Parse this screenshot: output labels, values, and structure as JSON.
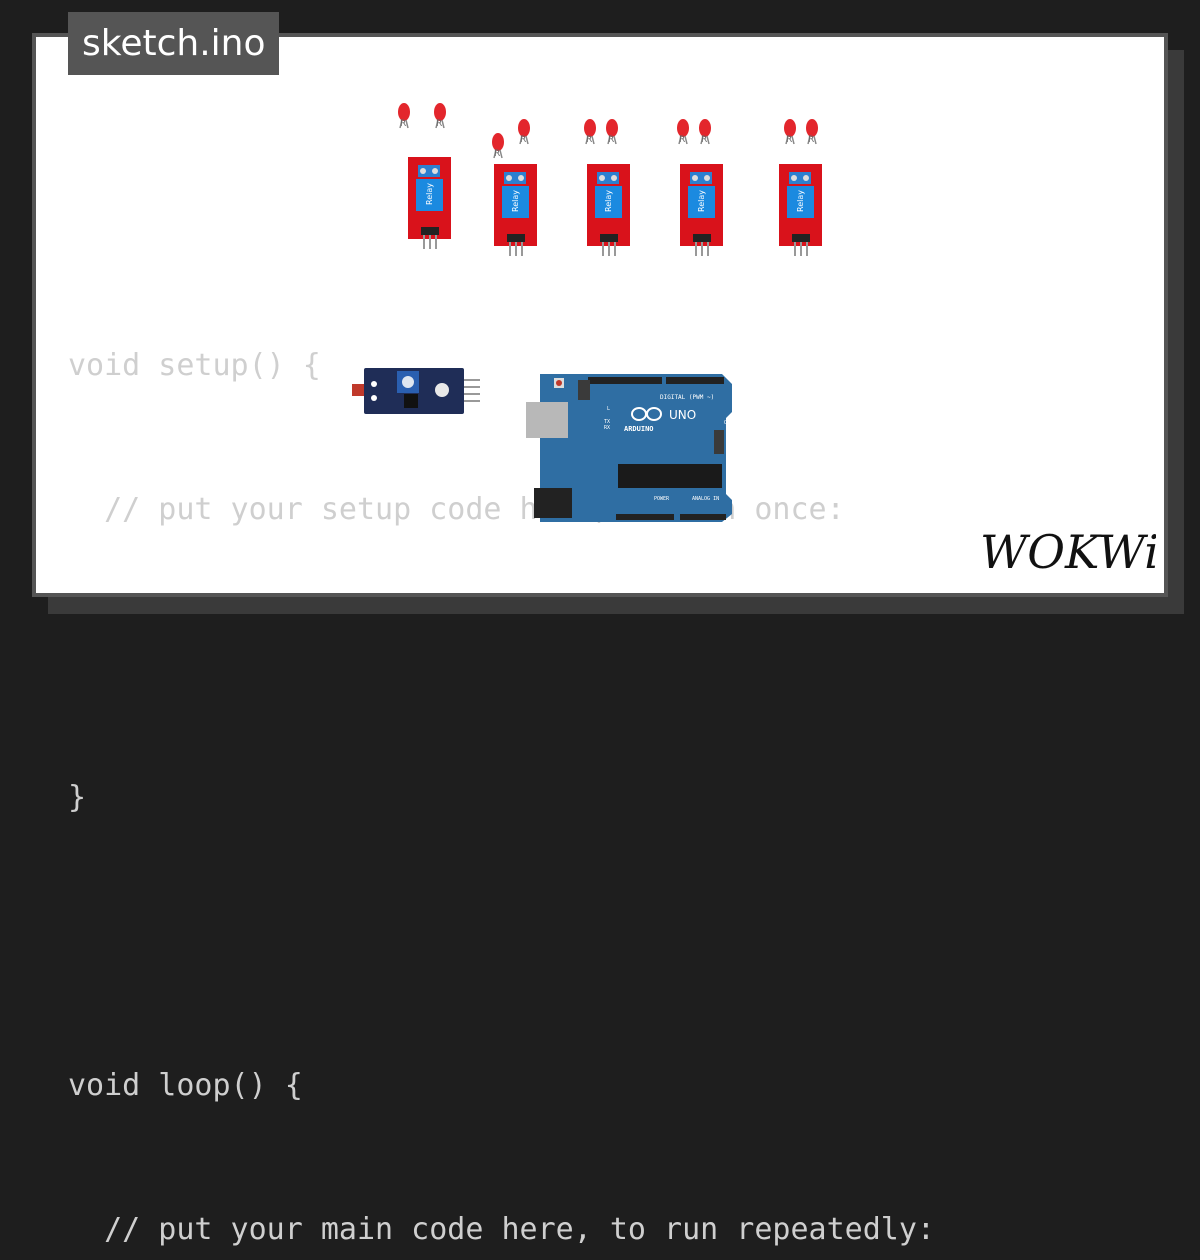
{
  "tab": {
    "filename": "sketch.ino"
  },
  "code_lines": [
    "void setup() {",
    "  // put your setup code here, to run once:",
    "",
    "}",
    "",
    "void loop() {",
    "  // put your main code here, to run repeatedly:"
  ],
  "relays": [
    {
      "label": "Relay",
      "leds": [
        "R",
        "R"
      ]
    },
    {
      "label": "Relay",
      "leds": [
        "R",
        "R"
      ]
    },
    {
      "label": "Relay",
      "leds": [
        "R",
        "R"
      ]
    },
    {
      "label": "Relay",
      "leds": [
        "R",
        "R"
      ]
    },
    {
      "label": "Relay",
      "leds": [
        "R",
        "R"
      ]
    }
  ],
  "arduino": {
    "brand": "ARDUINO",
    "model": "UNO",
    "digital_label": "DIGITAL (PWM ~)",
    "power_label": "POWER",
    "analog_label": "ANALOG IN",
    "on_label": "ON",
    "led_labels": [
      "L",
      "TX",
      "RX"
    ]
  },
  "logo": {
    "text": "WOKWi"
  },
  "colors": {
    "background": "#1e1e1e",
    "card": "#ffffff",
    "tab": "#555555",
    "code_text": "#cfcfcf",
    "relay_red": "#d9121b",
    "relay_blue": "#1b8ae0",
    "arduino_blue": "#2f6ea3",
    "sensor_navy": "#1f2d57",
    "led_red": "#e3262c"
  }
}
